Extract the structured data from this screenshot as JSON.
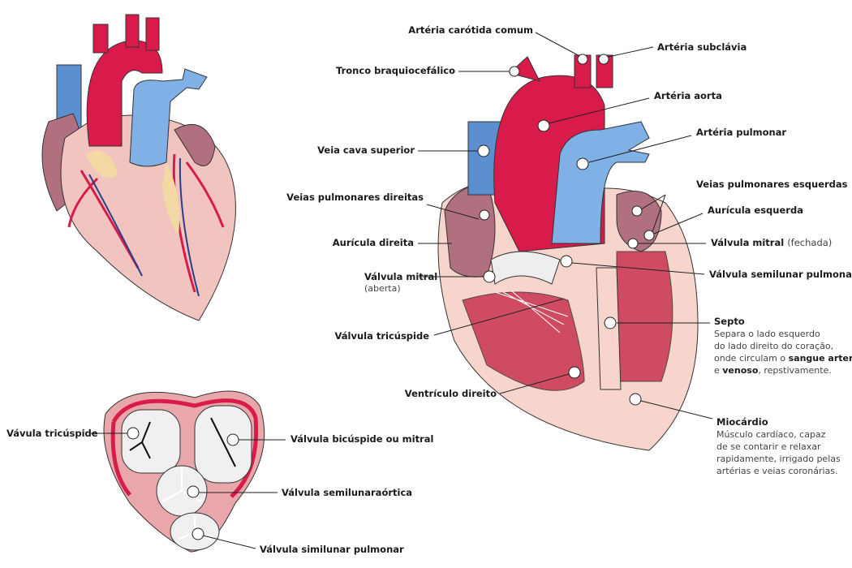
{
  "colors": {
    "artery": "#d81b4a",
    "vein": "#6fa1d8",
    "muscle": "#f2c4c0",
    "fat": "#f3d9a3",
    "valve": "#d9d9d9"
  },
  "labels": {
    "carotid": "Artéria carótida comum",
    "subclavian": "Artéria subclávia",
    "brachiocephalic": "Tronco braquiocefálico",
    "aorta": "Artéria aorta",
    "pulmonary_artery": "Artéria pulmonar",
    "superior_vena_cava": "Veia cava superior",
    "right_pulmonary_veins": "Veias pulmonares direitas",
    "left_pulmonary_veins": "Veias pulmonares esquerdas",
    "left_auricle": "Aurícula esquerda",
    "right_auricle": "Aurícula direita",
    "mitral_closed": "Válvula mitral",
    "mitral_closed_note": "(fechada)",
    "mitral_open": "Válvula mitral",
    "mitral_open_note": "(aberta)",
    "pulmonary_semilunar": "Válvula semilunar pulmonar",
    "tricuspid": "Válvula tricúspide",
    "right_ventricle": "Ventrículo direito",
    "septum": "Septo",
    "septum_desc": [
      "Separa o lado esquerdo",
      "do lado direito do coração,",
      "onde circulam o ",
      "sangue arterial",
      "e ",
      "venoso",
      ", repstivamente."
    ],
    "myocardium": "Miocárdio",
    "myocardium_desc": [
      "Músculo cardíaco, capaz",
      "de se contarir e relaxar",
      "rapidamente, irrigado pelas",
      "artérias e veias coronárias."
    ],
    "bottom_tricuspid": "Vávula tricúspide",
    "bottom_mitral": "Válvula bicúspide ou mitral",
    "bottom_aortic": "Válvula semilunaraórtica",
    "bottom_pulmonary": "Válvula similunar pulmonar"
  }
}
